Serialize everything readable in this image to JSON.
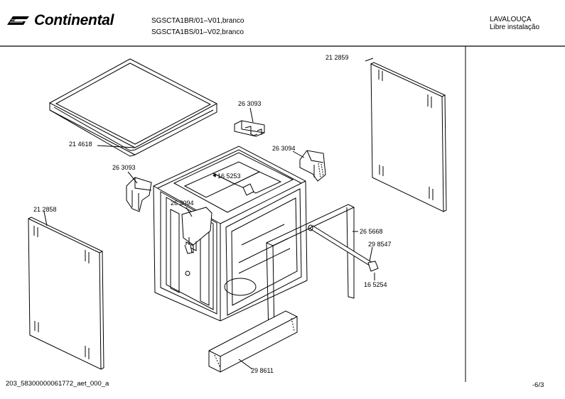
{
  "header": {
    "brand": "Continental",
    "model_lines": [
      "SGSCTA1BR/01–V01,branco",
      "SGSCTA1BS/01–V02,branco"
    ],
    "category": "LAVALOUÇA",
    "subcategory": "Libre instalação"
  },
  "parts": [
    {
      "id": "214618",
      "label": "21 4618"
    },
    {
      "id": "263093a",
      "label": "26 3093"
    },
    {
      "id": "263094a",
      "label": "26 3094"
    },
    {
      "id": "263093b",
      "label": "26 3093"
    },
    {
      "id": "165253",
      "label": "16 5253"
    },
    {
      "id": "263094b",
      "label": "26 3094"
    },
    {
      "id": "212859",
      "label": "21 2859"
    },
    {
      "id": "212858",
      "label": "21 2858"
    },
    {
      "id": "265668",
      "label": "26 5668"
    },
    {
      "id": "298547",
      "label": "29 8547"
    },
    {
      "id": "165254",
      "label": "16 5254"
    },
    {
      "id": "298611",
      "label": "29 8611"
    }
  ],
  "footer": {
    "doc_id": "203_58300000061772_aet_000_a",
    "page": "-6/3"
  }
}
